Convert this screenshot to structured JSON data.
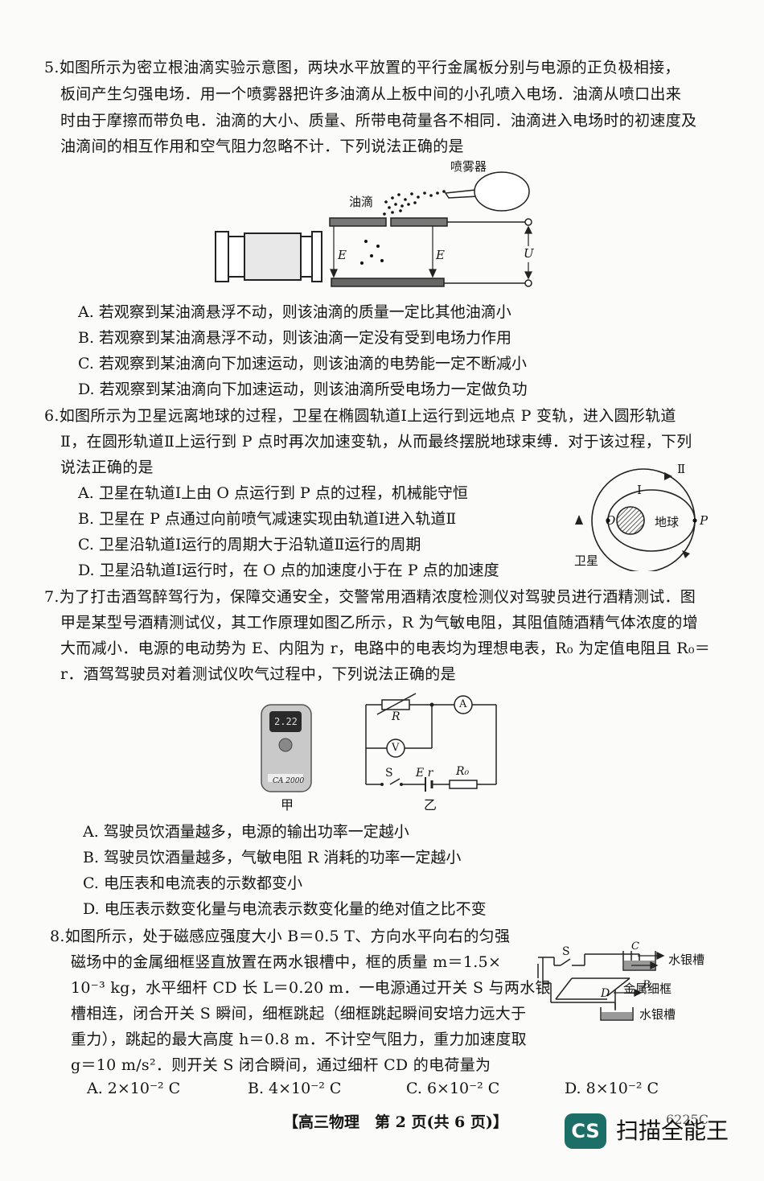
{
  "q5": {
    "lines": [
      "5.如图所示为密立根油滴实验示意图，两块水平放置的平行金属板分别与电源的正负极相接，",
      "板间产生匀强电场．用一个喷雾器把许多油滴从上板中间的小孔喷入电场．油滴从喷口出来",
      "时由于摩擦而带负电．油滴的大小、质量、所带电荷量各不相同．油滴进入电场时的初速度及",
      "油滴间的相互作用和空气阻力忽略不计．下列说法正确的是"
    ],
    "fig_labels": {
      "sprayer": "喷雾器",
      "oil": "油滴",
      "e_left": "E",
      "e_right": "E",
      "u": "U"
    },
    "options": [
      "A. 若观察到某油滴悬浮不动，则该油滴的质量一定比其他油滴小",
      "B. 若观察到某油滴悬浮不动，则该油滴一定没有受到电场力作用",
      "C. 若观察到某油滴向下加速运动，则该油滴的电势能一定不断减小",
      "D. 若观察到某油滴向下加速运动，则该油滴所受电场力一定做负功"
    ]
  },
  "q6": {
    "lines": [
      "6.如图所示为卫星远离地球的过程，卫星在椭圆轨道Ⅰ上运行到远地点 P 变轨，进入圆形轨道",
      "Ⅱ，在圆形轨道Ⅱ上运行到 P 点时再次加速变轨，从而最终摆脱地球束缚．对于该过程，下列",
      "说法正确的是"
    ],
    "options": [
      "A. 卫星在轨道Ⅰ上由 O 点运行到 P 点的过程，机械能守恒",
      "B. 卫星在 P 点通过向前喷气减速实现由轨道Ⅰ进入轨道Ⅱ",
      "C. 卫星沿轨道Ⅰ运行的周期大于沿轨道Ⅱ运行的周期",
      "D. 卫星沿轨道Ⅰ运行时，在 O 点的加速度小于在 P 点的加速度"
    ],
    "fig_labels": {
      "orbit2": "Ⅱ",
      "orbit1": "Ⅰ",
      "o": "O",
      "earth": "地球",
      "p": "P",
      "satellite": "卫星"
    }
  },
  "q7": {
    "lines": [
      "7.为了打击酒驾醉驾行为，保障交通安全，交警常用酒精浓度检测仪对驾驶员进行酒精测试．图",
      "甲是某型号酒精测试仪，其工作原理如图乙所示，R 为气敏电阻，其阻值随酒精气体浓度的增",
      "大而减小．电源的电动势为 E、内阻为 r，电路中的电表均为理想电表，R₀ 为定值电阻且 R₀＝",
      "r．酒驾驾驶员对着测试仪吹气过程中，下列说法正确的是"
    ],
    "fig_labels": {
      "display": "2.22",
      "model": "CA 2000",
      "jia": "甲",
      "yi": "乙",
      "r": "R",
      "a": "A",
      "v": "V",
      "s": "S",
      "er": "E r",
      "r0": "R₀"
    },
    "options": [
      "A. 驾驶员饮酒量越多，电源的输出功率一定越小",
      "B. 驾驶员饮酒量越多，气敏电阻 R 消耗的功率一定越小",
      "C. 电压表和电流表的示数都变小",
      "D. 电压表示数变化量与电流表示数变化量的绝对值之比不变"
    ]
  },
  "q8": {
    "lines": [
      "8.如图所示，处于磁感应强度大小 B＝0.5 T、方向水平向右的匀强",
      "磁场中的金属细框竖直放置在两水银槽中，框的质量 m＝1.5×",
      "10⁻³ kg，水平细杆 CD 长 L＝0.20 m．一电源通过开关 S 与两水银",
      "槽相连，闭合开关 S 瞬间，细框跳起（细框跳起瞬间安培力远大于",
      "重力），跳起的最大高度 h＝0.8 m．不计空气阻力，重力加速度取",
      "g＝10 m/s²．则开关 S 闭合瞬间，通过细杆 CD 的电荷量为"
    ],
    "fig_labels": {
      "s": "S",
      "c": "C",
      "b": "B",
      "d": "D",
      "tank_top": "水银槽",
      "frame": "金属细框",
      "tank_bottom": "水银槽"
    },
    "options": [
      "A. 2×10⁻² C",
      "B. 4×10⁻² C",
      "C. 6×10⁻² C",
      "D. 8×10⁻² C"
    ]
  },
  "footer": {
    "text": "【高三物理　第 2 页(共 6 页)】",
    "code": "6225C"
  },
  "watermark": {
    "logo": "CS",
    "text": "扫描全能王"
  },
  "colors": {
    "ink": "#151515",
    "paper": "#fbfbf9",
    "brand": "#1c6f66"
  }
}
